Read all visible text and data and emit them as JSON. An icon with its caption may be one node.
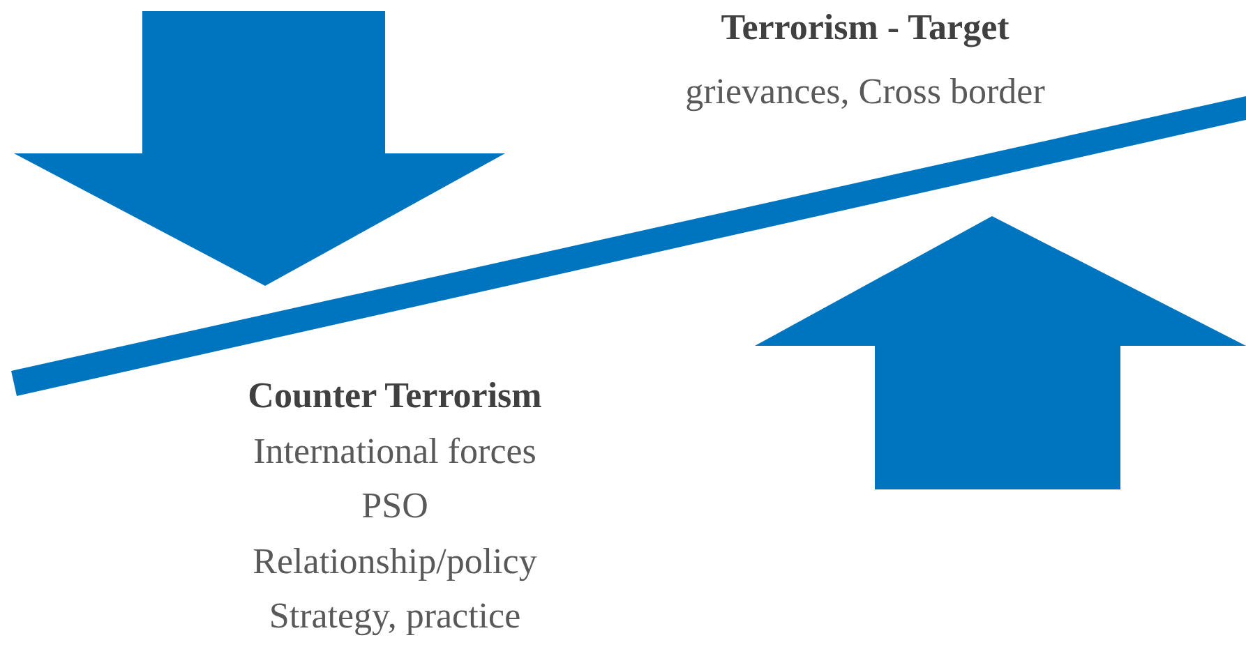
{
  "diagram": {
    "labels": [
      "Terrorism - Target",
      "grievances, Cross border",
      "Counter Terrorism",
      "International forces",
      "PSO",
      "Relationship/policy",
      "Strategy, practice"
    ]
  }
}
